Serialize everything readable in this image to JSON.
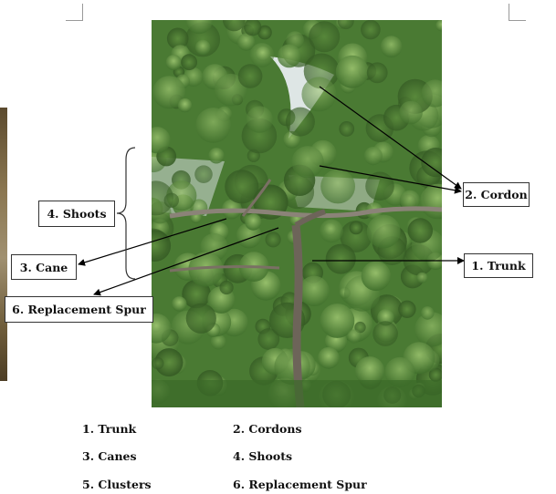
{
  "labels": {
    "cordon": "2. Cordon",
    "trunk": "1. Trunk",
    "shoots": "4. Shoots",
    "cane": "3. Cane",
    "replacement_spur": "6. Replacement Spur"
  },
  "legend": {
    "item1": "1. Trunk",
    "item2": "2. Cordons",
    "item3": "3. Canes",
    "item4": "4. Shoots",
    "item5": "5. Clusters",
    "item6": "6. Replacement Spur"
  },
  "colors": {
    "foliage_dark": "#3d6b2a",
    "foliage_light": "#8fb96a",
    "sky": "#e6ecef",
    "wood": "#7a7064",
    "arrow": "#000000"
  }
}
